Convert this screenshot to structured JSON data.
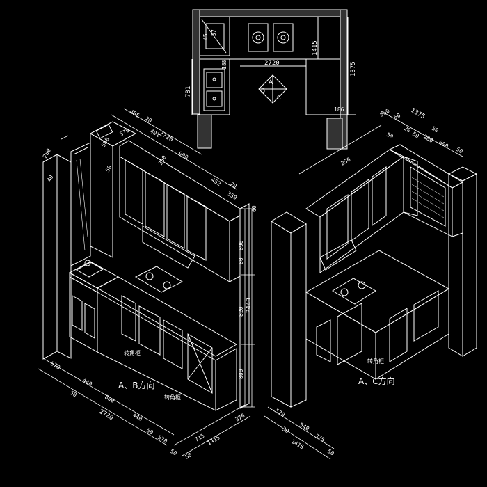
{
  "plan": {
    "dims": {
      "d2720": "2720",
      "d1415": "1415",
      "d1375": "1375",
      "d781": "781",
      "d45": "45",
      "d57": "57",
      "d188": "188",
      "d186": "186"
    },
    "markers": [
      "A",
      "B",
      "C"
    ]
  },
  "left_view": {
    "caption": "A、B方向",
    "corner_label_1": "转角柜",
    "corner_label_2": "转角柜",
    "top_dims": [
      "485",
      "20",
      "2720",
      "401",
      "900",
      "452",
      "20",
      "350"
    ],
    "tall_dims": [
      "280",
      "40",
      "580",
      "50",
      "570"
    ],
    "vert_dims": [
      "60",
      "890",
      "80",
      "820",
      "2440",
      "800"
    ],
    "side_dims": [
      "350"
    ],
    "bottom_dims": [
      "570",
      "440",
      "800",
      "2720",
      "440",
      "50",
      "50",
      "570",
      "50"
    ],
    "bottom2_dims": [
      "715",
      "1415",
      "50",
      "370"
    ]
  },
  "right_view": {
    "caption": "A、C方向",
    "corner_label": "转角柜",
    "top_dims": [
      "500",
      "50",
      "1375",
      "20",
      "50",
      "200",
      "50",
      "600",
      "50",
      "50"
    ],
    "side_dims": [
      "250"
    ],
    "bottom_dims": [
      "570",
      "30",
      "540",
      "375",
      "1415",
      "50"
    ]
  }
}
